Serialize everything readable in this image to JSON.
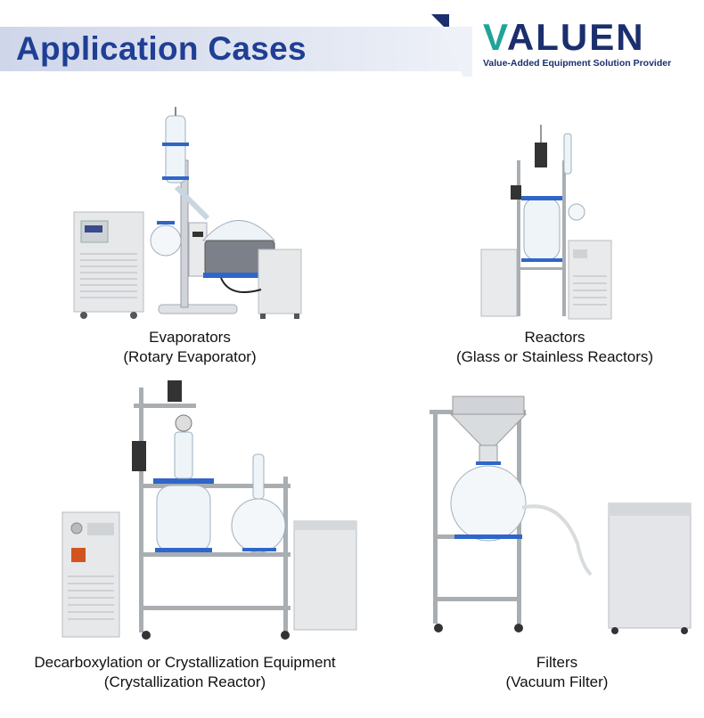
{
  "header": {
    "title": "Application Cases",
    "logo_prefix": "V",
    "logo_rest": "ALUEN",
    "tagline": "Value-Added Equipment Solution Provider",
    "colors": {
      "title": "#1f3f95",
      "band": "#d6dcec",
      "logo": "#1b2f6e",
      "accent": "#1fa39b"
    }
  },
  "cases": [
    {
      "caption": "Evaporators",
      "subcaption": "(Rotary Evaporator)",
      "image": "rotary-evaporator-icon"
    },
    {
      "caption": "Reactors",
      "subcaption": "(Glass or Stainless Reactors)",
      "image": "glass-reactor-icon"
    },
    {
      "caption": "Decarboxylation or Crystallization Equipment",
      "subcaption": "(Crystallization Reactor)",
      "image": "crystallization-reactor-icon"
    },
    {
      "caption": "Filters",
      "subcaption": "(Vacuum Filter)",
      "image": "vacuum-filter-icon"
    }
  ]
}
